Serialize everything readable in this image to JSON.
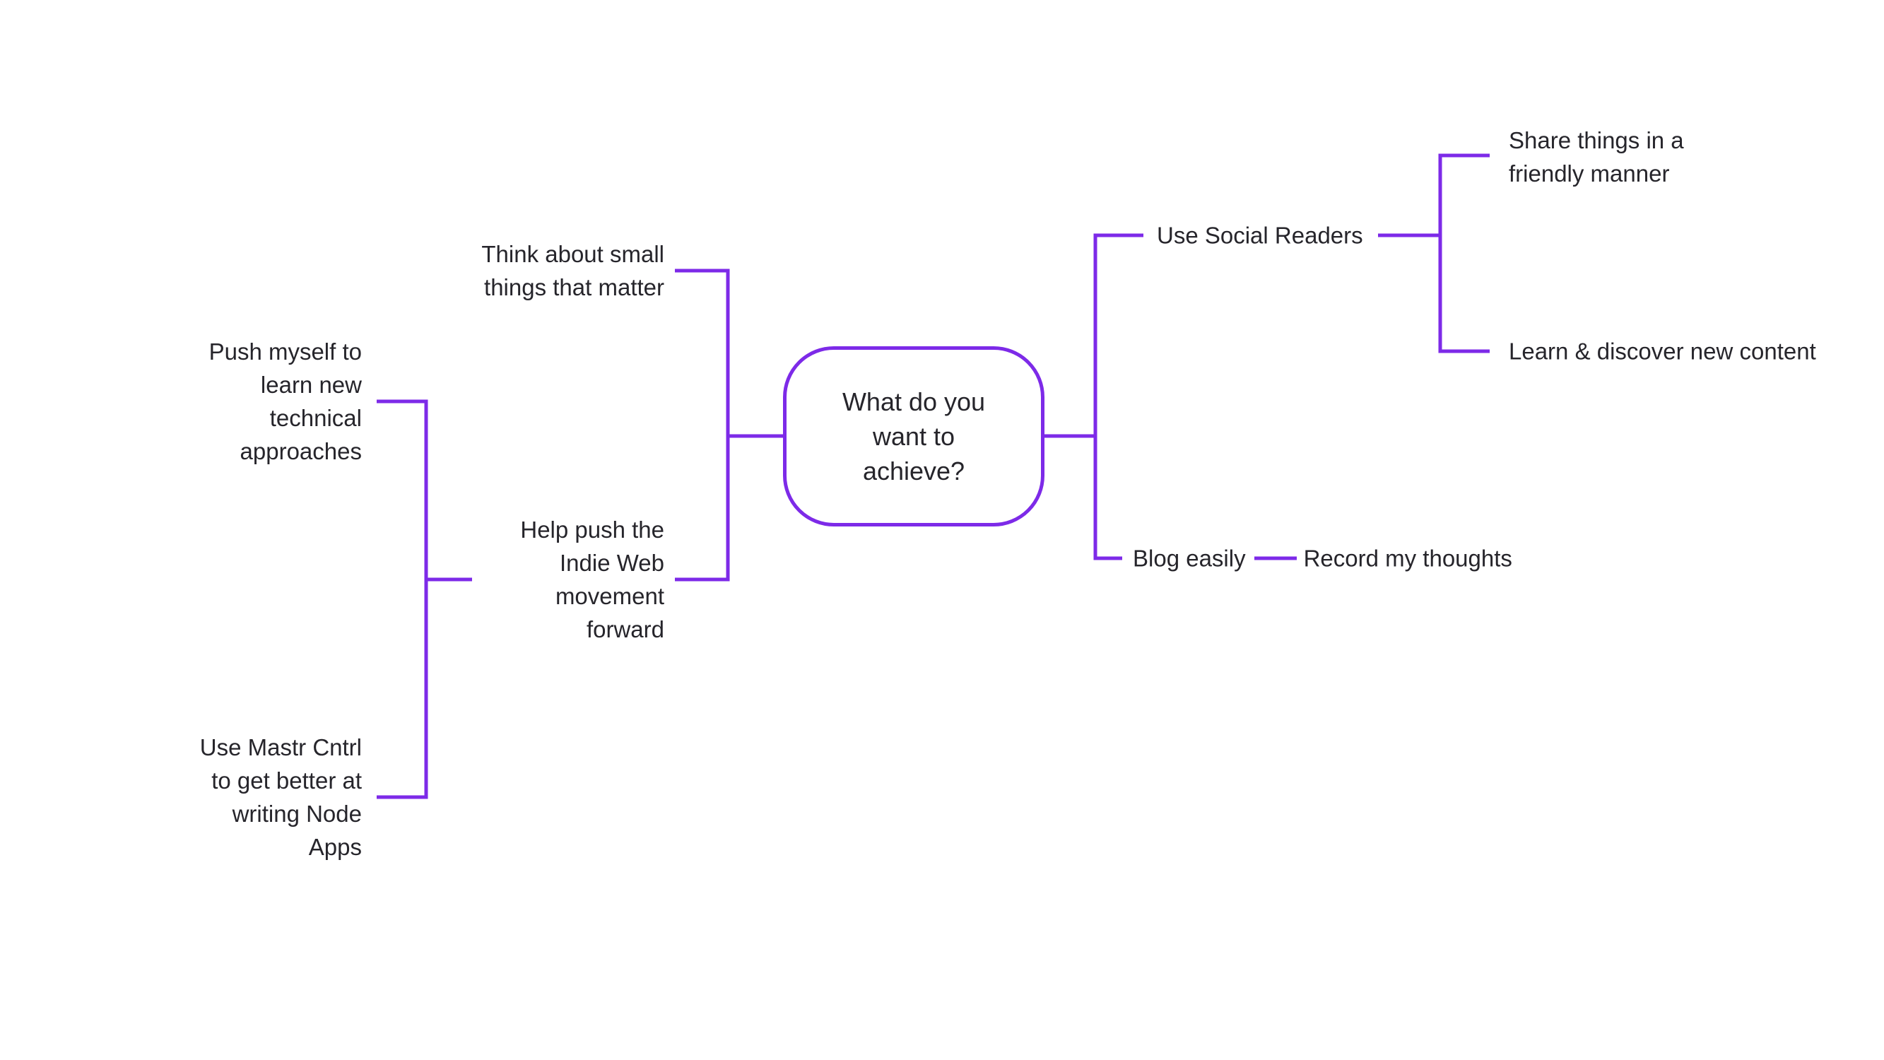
{
  "diagram": {
    "type": "mindmap",
    "colors": {
      "accent": "#7D2AE8",
      "text": "#26252B",
      "background": "#FFFFFF"
    },
    "root": {
      "label": "What do you want to achieve?"
    },
    "left": {
      "branches": [
        {
          "label": "Think about small things that matter",
          "children": []
        },
        {
          "label": "Help push the Indie Web movement forward",
          "children": [
            {
              "label": "Push myself to learn new technical approaches"
            },
            {
              "label": "Use Mastr Cntrl to get better at writing Node Apps"
            }
          ]
        }
      ]
    },
    "right": {
      "branches": [
        {
          "label": "Use Social Readers",
          "children": [
            {
              "label": "Share things in a friendly manner"
            },
            {
              "label": "Learn & discover new content"
            }
          ]
        },
        {
          "label": "Blog easily",
          "children": [
            {
              "label": "Record my thoughts"
            }
          ]
        }
      ]
    }
  }
}
